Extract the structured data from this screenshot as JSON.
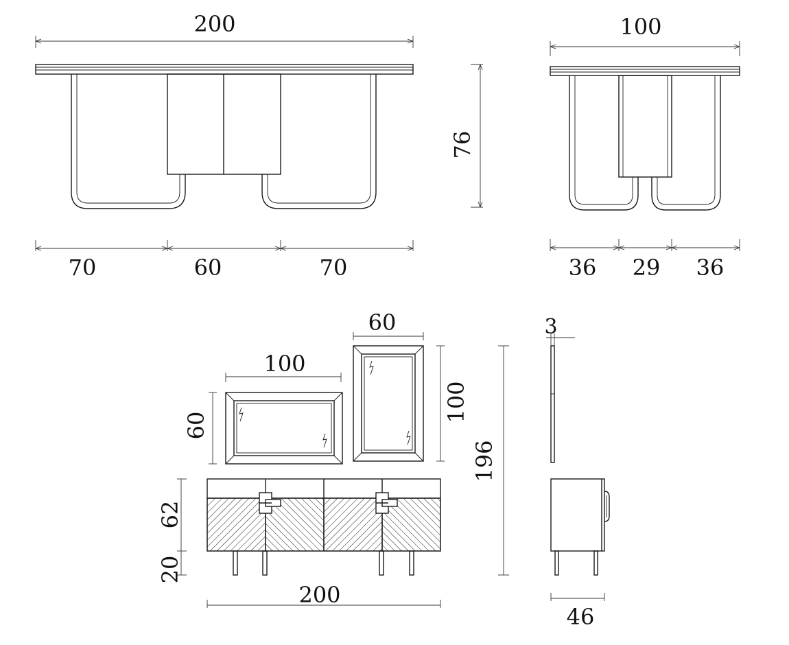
{
  "table_front": {
    "total_width": "200",
    "segments": [
      "70",
      "60",
      "70"
    ],
    "height": "76"
  },
  "table_side": {
    "total_width": "100",
    "segments": [
      "36",
      "29",
      "36"
    ]
  },
  "mirror_horizontal": {
    "width": "100",
    "height": "60"
  },
  "mirror_vertical": {
    "width": "60",
    "height": "100"
  },
  "mirror_side": {
    "thickness": "3"
  },
  "sideboard_front": {
    "width": "200",
    "body_height": "62",
    "leg_height": "20"
  },
  "total_height": "196",
  "sideboard_side": {
    "depth": "46"
  }
}
